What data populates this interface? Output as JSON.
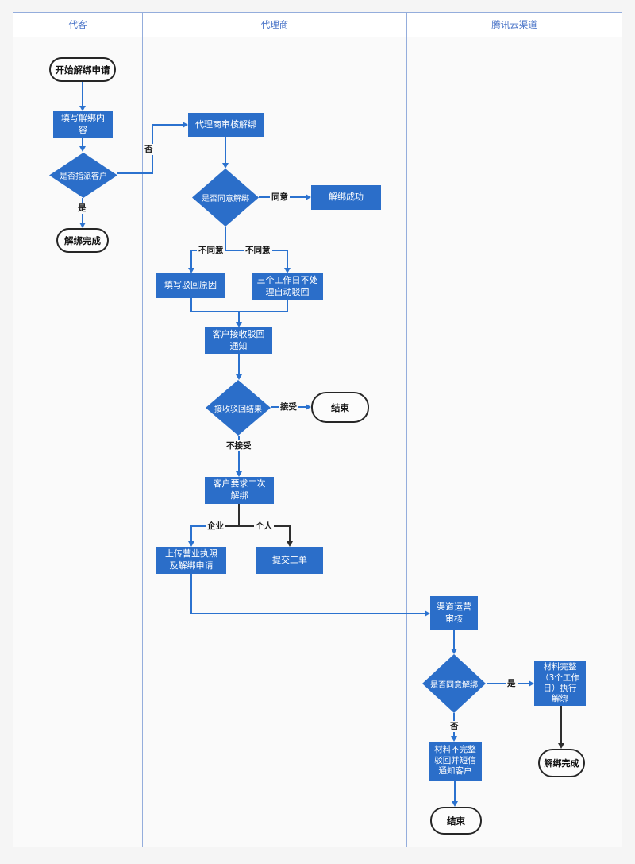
{
  "lanes": {
    "lane1": "代客",
    "lane2": "代理商",
    "lane3": "腾讯云渠道"
  },
  "nodes": {
    "start": "开始解绑申请",
    "fill_content": "填写解绑内\n容",
    "assign_customer": "是否指派客户",
    "unbind_done_1": "解绑完成",
    "agent_review": "代理商审核解绑",
    "agree_unbind_1": "是否同意解绑",
    "unbind_success": "解绑成功",
    "fill_reject_reason": "填写驳回原因",
    "auto_reject": "三个工作日不处\n理自动驳回",
    "receive_reject_notice": "客户接收驳回\n通知",
    "receive_reject_result": "接收驳回结果",
    "end_1": "结束",
    "second_unbind": "客户要求二次\n解绑",
    "upload_license": "上传营业执照\n及解绑申请",
    "submit_ticket": "提交工单",
    "channel_review": "渠道运营\n审核",
    "agree_unbind_2": "是否同意解绑",
    "material_complete": "材料完整\n（3个工作\n日）执行\n解绑",
    "material_incomplete": "材料不完整\n驳回并短信\n通知客户",
    "end_2": "结束",
    "unbind_done_2": "解绑完成"
  },
  "edge_labels": {
    "no_1": "否",
    "yes_1": "是",
    "agree": "同意",
    "disagree_left": "不同意",
    "disagree_right": "不同意",
    "accept": "接受",
    "not_accept": "不接受",
    "enterprise": "企业",
    "personal": "个人",
    "yes_2": "是",
    "no_2": "否"
  },
  "colors": {
    "blue": "#2b6ec9",
    "line-blue": "#2b72cf",
    "line-black": "#2e2e2e",
    "lane-border": "#94addc",
    "header-text": "#4a74c8",
    "page-bg": "#f5f5f5",
    "lane-bg": "#fafafa",
    "header-bg": "#ffffff"
  }
}
